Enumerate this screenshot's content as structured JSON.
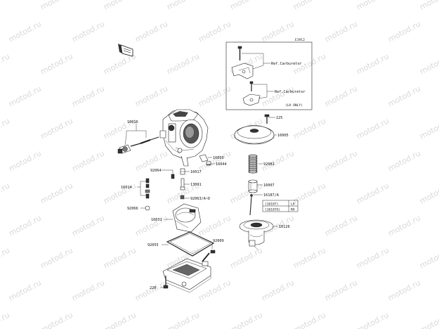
{
  "watermark": "motod.ru",
  "diagram_code": "E1912",
  "callouts": [
    {
      "id": "16016",
      "text": "16016"
    },
    {
      "id": "16014",
      "text": "16014"
    },
    {
      "id": "92064",
      "text": "92064"
    },
    {
      "id": "16030",
      "text": "16030"
    },
    {
      "id": "16044",
      "text": "16044"
    },
    {
      "id": "16017",
      "text": "16017"
    },
    {
      "id": "13091",
      "text": "13091"
    },
    {
      "id": "92063",
      "text": "92063/A~D"
    },
    {
      "id": "92066",
      "text": "92066"
    },
    {
      "id": "16031",
      "text": "16031"
    },
    {
      "id": "92055",
      "text": "92055"
    },
    {
      "id": "92009",
      "text": "92009"
    },
    {
      "id": "220",
      "text": "220"
    },
    {
      "id": "225",
      "text": "225"
    },
    {
      "id": "16005",
      "text": "16005"
    },
    {
      "id": "92081",
      "text": "92081"
    },
    {
      "id": "16007",
      "text": "16007"
    },
    {
      "id": "16187A",
      "text": "16187/A"
    },
    {
      "id": "16126",
      "text": "16126"
    }
  ],
  "ref_labels": [
    "Ref.Carburetor",
    "Ref.Carburetor"
  ],
  "lh_only": "(LH ONLY)",
  "variant_table": [
    {
      "part": "(16187)",
      "side": "LH"
    },
    {
      "part": "(16187A)",
      "side": "RH"
    }
  ]
}
